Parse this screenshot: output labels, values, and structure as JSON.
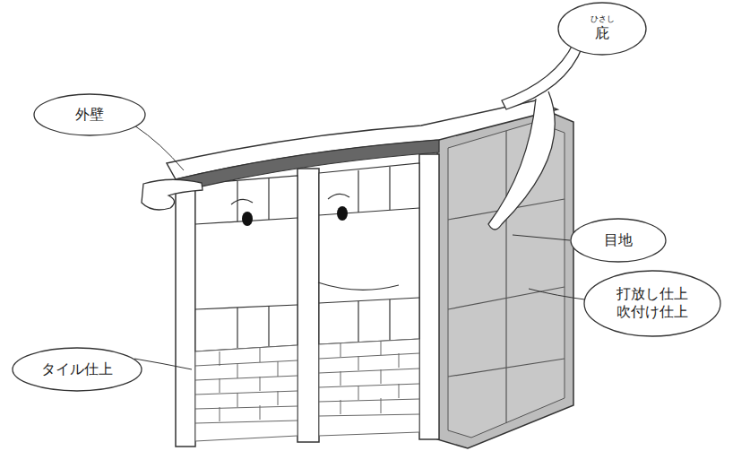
{
  "diagram": {
    "nodes": [
      {
        "text": [
          "ひさし",
          "庇"
        ]
      },
      {
        "text": [
          "外壁"
        ]
      },
      {
        "text": [
          "目地"
        ]
      },
      {
        "text": [
          "打放し仕上 吹付け仕上"
        ]
      },
      {
        "text": [
          "タイル仕上"
        ]
      }
    ]
  }
}
